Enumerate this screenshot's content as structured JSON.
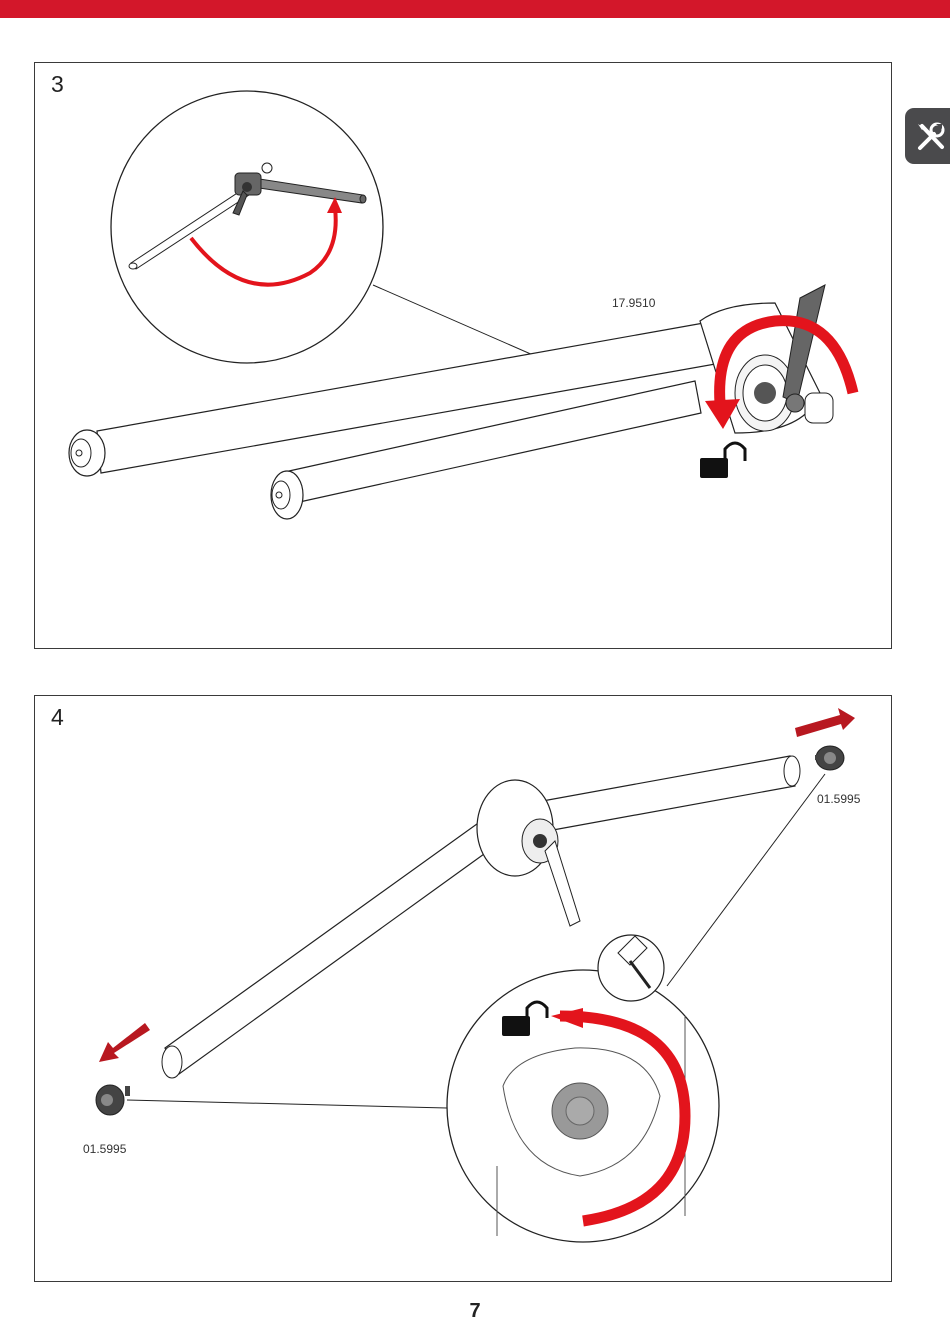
{
  "header": {
    "accent_color": "#d3172a"
  },
  "side_tab": {
    "icon": "tools-icon",
    "color": "#4a4a4c"
  },
  "steps": [
    {
      "number": "3",
      "part_labels": [
        "17.9510"
      ]
    },
    {
      "number": "4",
      "part_labels": [
        "01.5995",
        "01.5995"
      ]
    }
  ],
  "footer": {
    "page_number": "7"
  },
  "colors": {
    "arrow_red": "#e3141c",
    "dark_red": "#b81820",
    "line": "#222222",
    "metal": "#555555"
  }
}
